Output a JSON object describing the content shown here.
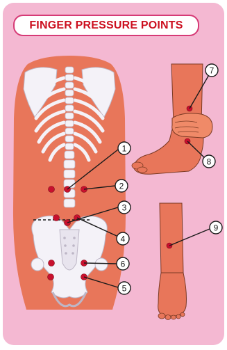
{
  "title": "FINGER PRESSURE POINTS",
  "points": [
    {
      "label": "1"
    },
    {
      "label": "2"
    },
    {
      "label": "3"
    },
    {
      "label": "4"
    },
    {
      "label": "6"
    },
    {
      "label": "5"
    },
    {
      "label": "7"
    },
    {
      "label": "8"
    },
    {
      "label": "9"
    }
  ],
  "colors": {
    "card_pink": "#f4b8d2",
    "title_red": "#cc1020",
    "title_border": "#d63a76",
    "skin": "#e8765a",
    "bone": "#f4f2f8",
    "point_red": "#c8102e"
  }
}
